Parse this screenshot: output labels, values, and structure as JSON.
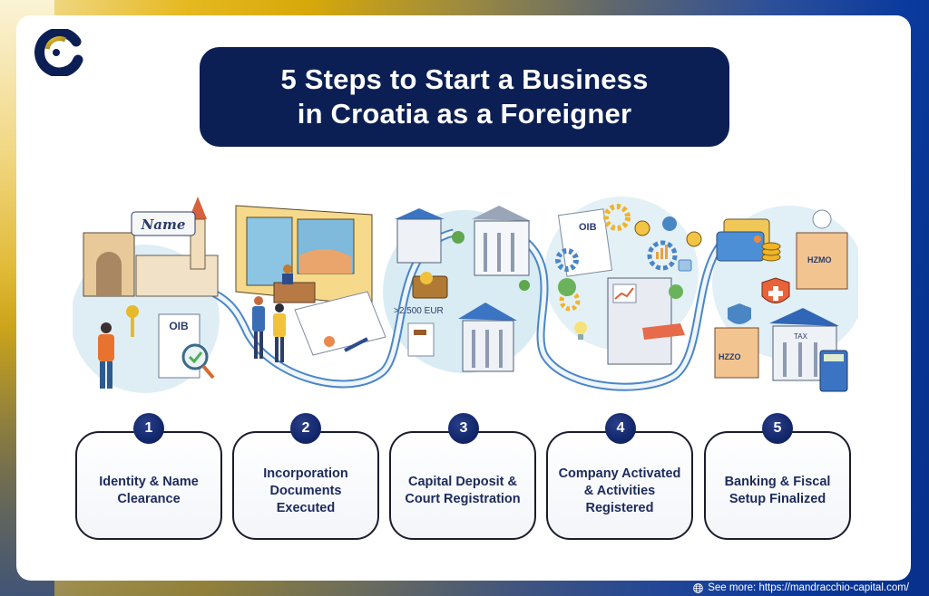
{
  "brand": {
    "logo_icon": "mandracchio-capital-logo-icon",
    "colors": {
      "navy": "#0b1f54",
      "gold": "#d7a80a",
      "blue": "#0a3a9e",
      "step_text": "#1c2a5c"
    }
  },
  "header": {
    "title_line1": "5 Steps to Start a Business",
    "title_line2": "in Croatia as a Foreigner"
  },
  "illustration": {
    "scenes": [
      {
        "step": 1,
        "labels": [
          "Name",
          "OIB"
        ],
        "icons": [
          "city-arch-icon",
          "name-banner-icon",
          "key-icon",
          "document-icon",
          "magnifier-check-icon",
          "person-tablet-icon"
        ]
      },
      {
        "step": 2,
        "labels": [],
        "icons": [
          "office-window-icon",
          "meeting-people-icon",
          "contract-document-icon",
          "pen-icon"
        ]
      },
      {
        "step": 3,
        "labels": [
          ">2.500 EUR"
        ],
        "icons": [
          "bank-building-icon",
          "court-building-icon",
          "treasure-chest-icon",
          "gavel-document-icon"
        ]
      },
      {
        "step": 4,
        "labels": [
          "OIB"
        ],
        "icons": [
          "certificate-scroll-icon",
          "gear-icon",
          "chart-icon",
          "company-building-icon",
          "lightbulb-icon"
        ]
      },
      {
        "step": 5,
        "labels": [
          "HZMO",
          "HZZO",
          "TAX"
        ],
        "icons": [
          "credit-card-icon",
          "coins-icon",
          "pension-building-icon",
          "health-shield-icon",
          "tax-office-icon",
          "calculator-icon"
        ]
      }
    ]
  },
  "steps": [
    {
      "number": "1",
      "label": "Identity & Name Clearance"
    },
    {
      "number": "2",
      "label": "Incorporation Documents Executed"
    },
    {
      "number": "3",
      "label": "Capital Deposit & Court Registration"
    },
    {
      "number": "4",
      "label": "Company Activated & Activities Registered"
    },
    {
      "number": "5",
      "label": "Banking & Fiscal Setup Finalized"
    }
  ],
  "footer": {
    "icon": "globe-icon",
    "text": "See more: https://mandracchio-capital.com/"
  }
}
